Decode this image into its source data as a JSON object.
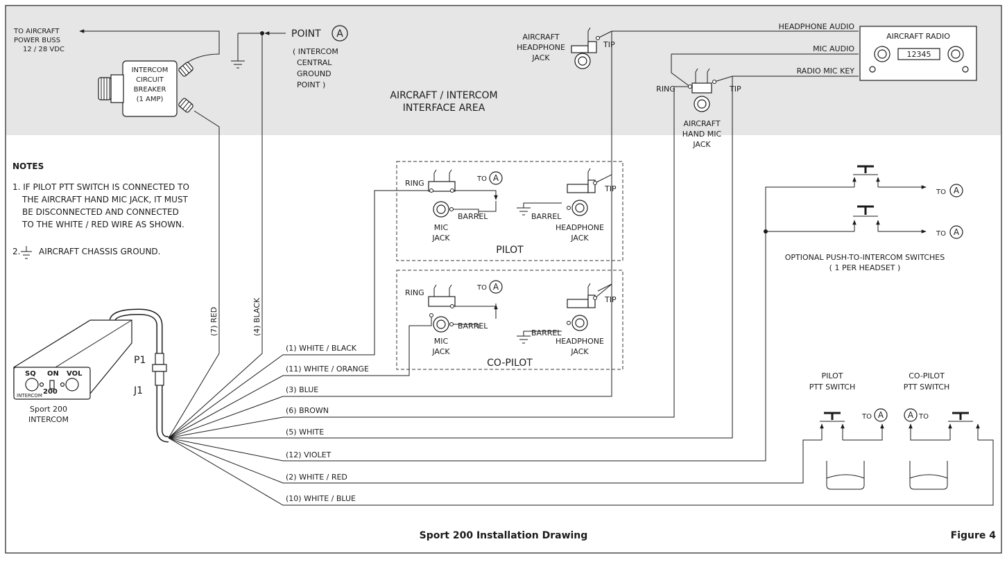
{
  "caption": "Sport 200 Installation Drawing",
  "figure": "Figure 4",
  "interface_area": [
    "AIRCRAFT / INTERCOM",
    "INTERFACE AREA"
  ],
  "power": {
    "lines": [
      "TO AIRCRAFT",
      "POWER BUSS",
      "12 / 28 VDC"
    ],
    "breaker": [
      "INTERCOM",
      "CIRCUIT",
      "BREAKER",
      "(1 AMP)"
    ]
  },
  "point_a": {
    "label": "POINT",
    "letter": "A",
    "desc": [
      "( INTERCOM",
      "CENTRAL",
      "GROUND",
      "POINT )"
    ]
  },
  "headphone_jack": [
    "AIRCRAFT",
    "HEADPHONE",
    "JACK"
  ],
  "hand_mic_jack": [
    "AIRCRAFT",
    "HAND MIC",
    "JACK"
  ],
  "radio": {
    "title": "AIRCRAFT RADIO",
    "display": "12345",
    "lines": [
      "HEADPHONE AUDIO",
      "MIC AUDIO",
      "RADIO MIC KEY"
    ]
  },
  "jack_terms": {
    "ring": "RING",
    "tip": "TIP",
    "barrel": "BARREL",
    "to": "TO",
    "a": "A"
  },
  "pilot_block": {
    "title": "PILOT",
    "mic": [
      "MIC",
      "JACK"
    ],
    "headphone": [
      "HEADPHONE",
      "JACK"
    ]
  },
  "copilot_block": {
    "title": "CO-PILOT",
    "mic": [
      "MIC",
      "JACK"
    ],
    "headphone": [
      "HEADPHONE",
      "JACK"
    ]
  },
  "notes": {
    "title": "NOTES",
    "items": [
      "1. IF PILOT PTT SWITCH IS CONNECTED TO",
      "THE AIRCRAFT HAND MIC JACK, IT MUST",
      "BE DISCONNECTED AND CONNECTED",
      "TO THE WHITE / RED WIRE AS SHOWN."
    ],
    "note2_num": "2.",
    "note2_text": "AIRCRAFT CHASSIS GROUND."
  },
  "push_switches": [
    "OPTIONAL PUSH-TO-INTERCOM SWITCHES",
    "( 1 PER HEADSET )"
  ],
  "ptt": {
    "pilot": [
      "PILOT",
      "PTT SWITCH"
    ],
    "copilot": [
      "CO-PILOT",
      "PTT SWITCH"
    ]
  },
  "intercom": {
    "name": [
      "Sport 200",
      "INTERCOM"
    ],
    "knobs": [
      "SQ",
      "ON",
      "VOL"
    ],
    "model": "200",
    "brand": "INTERCOM"
  },
  "connectors": [
    "P1",
    "J1"
  ],
  "wires": [
    "(7) RED",
    "(4) BLACK",
    "(1) WHITE / BLACK",
    "(11) WHITE / ORANGE",
    "(3) BLUE",
    "(6) BROWN",
    "(5) WHITE",
    "(12) VIOLET",
    "(2) WHITE / RED",
    "(10) WHITE / BLUE"
  ]
}
